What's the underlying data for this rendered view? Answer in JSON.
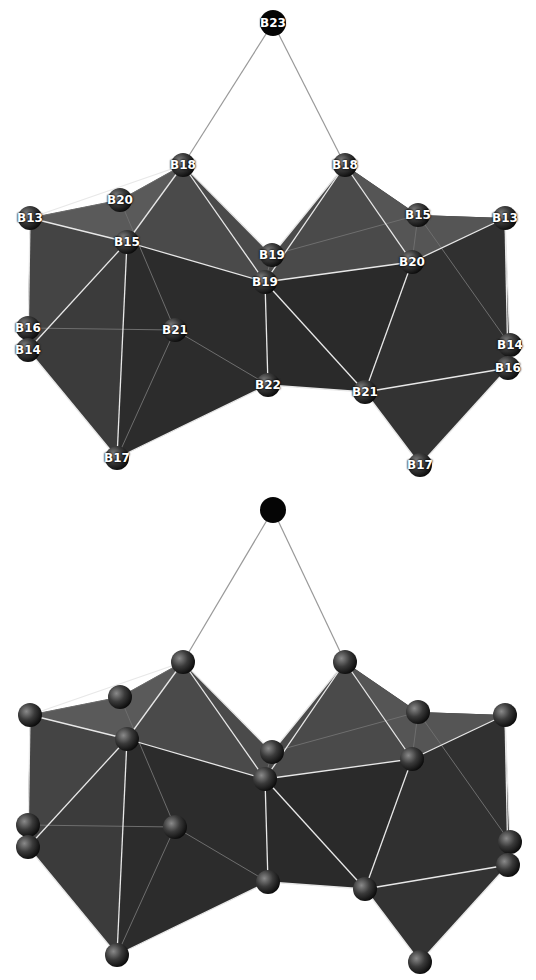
{
  "diagram": {
    "labels": [
      "B23",
      "B18",
      "B18",
      "B13",
      "B20",
      "B15",
      "B19",
      "B19",
      "B15",
      "B13",
      "B20",
      "B16",
      "B14",
      "B21",
      "B14",
      "B16",
      "B22",
      "B21",
      "B17",
      "B17"
    ]
  }
}
